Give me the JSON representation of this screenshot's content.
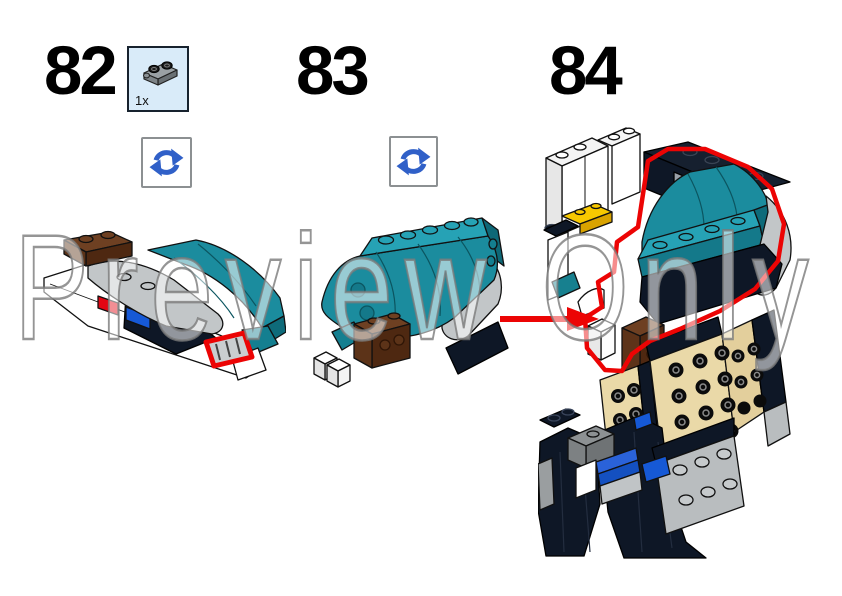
{
  "page": {
    "background_color": "#ffffff",
    "watermark": {
      "text": "Preview Only"
    }
  },
  "steps": [
    {
      "number": "82",
      "parts_callout": {
        "background_color": "#d9ebf9",
        "items": [
          {
            "count": "1x",
            "icon": "plate-1x2-dark-gray-thumbnail"
          }
        ]
      },
      "rotate_icon": {
        "icon": "rotate-model-icon",
        "color": "#3060c8"
      }
    },
    {
      "number": "83",
      "rotate_icon": {
        "icon": "rotate-model-icon",
        "color": "#3060c8"
      }
    },
    {
      "number": "84",
      "placement_callout": {
        "arrow_icon": "red-placement-arrow",
        "highlight_color": "#ec0404"
      }
    }
  ],
  "colors": {
    "teal": "#1b8c9e",
    "teal_top": "#26a2b5",
    "teal_dark": "#0e6b7a",
    "gray_light": "#c2c6c8",
    "gray_mid": "#8d9193",
    "navy": "#0e1726",
    "brown": "#6e4022",
    "tan": "#ead9a8",
    "yellow": "#f7c800",
    "blue": "#1659d6",
    "red_highlight": "#ec0404",
    "parts_box_bg": "#d9ebf9",
    "parts_box_border": "#17222e",
    "rotate_icon_blue": "#3060c8",
    "watermark_outline": "#7a7a7a"
  }
}
